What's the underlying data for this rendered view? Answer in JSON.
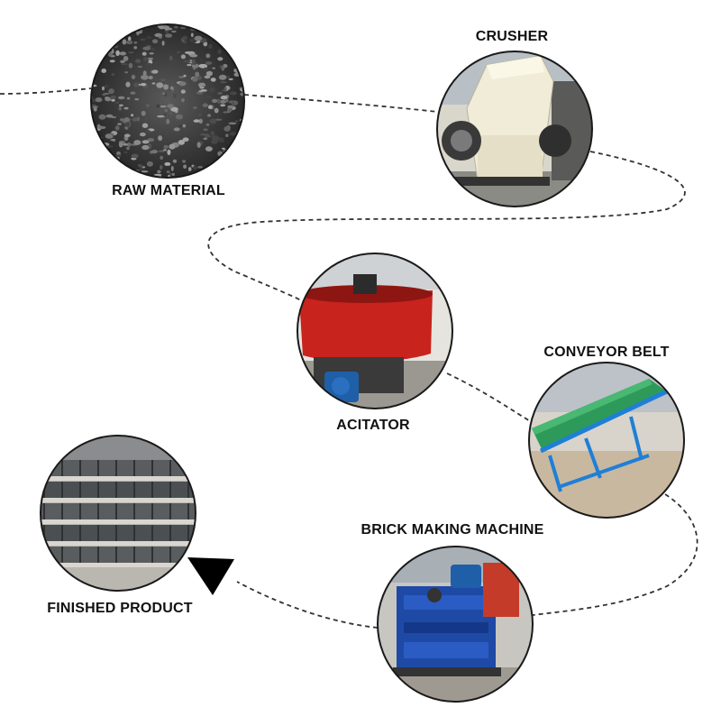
{
  "stages": [
    {
      "id": "raw",
      "label": "RAW MATERIAL",
      "icon": "gravel-photo-icon"
    },
    {
      "id": "crusher",
      "label": "CRUSHER",
      "icon": "hammer-crusher-photo-icon"
    },
    {
      "id": "agitator",
      "label": "ACITATOR",
      "icon": "pan-mixer-photo-icon"
    },
    {
      "id": "conveyor",
      "label": "CONVEYOR BELT",
      "icon": "conveyor-belt-photo-icon"
    },
    {
      "id": "machine",
      "label": "BRICK MAKING MACHINE",
      "icon": "brick-machine-photo-icon"
    },
    {
      "id": "product",
      "label": "FINISHED PRODUCT",
      "icon": "brick-stack-photo-icon"
    }
  ],
  "colors": {
    "line": "#333333",
    "text": "#111111",
    "border": "#1a1a1a"
  }
}
